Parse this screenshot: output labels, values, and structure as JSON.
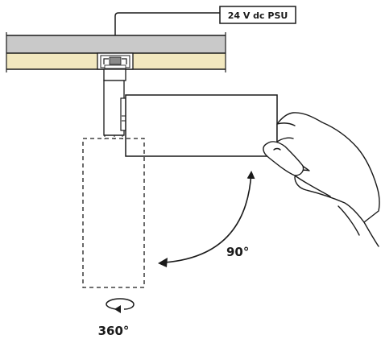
{
  "labels": {
    "psu": "24 V dc PSU",
    "tilt_angle": "90°",
    "rotation_angle": "360°"
  },
  "colors": {
    "ceiling_upper": "#c9c9c9",
    "ceiling_lower": "#f2e8bf",
    "line": "#1a1a1a",
    "fill": "#ffffff"
  }
}
